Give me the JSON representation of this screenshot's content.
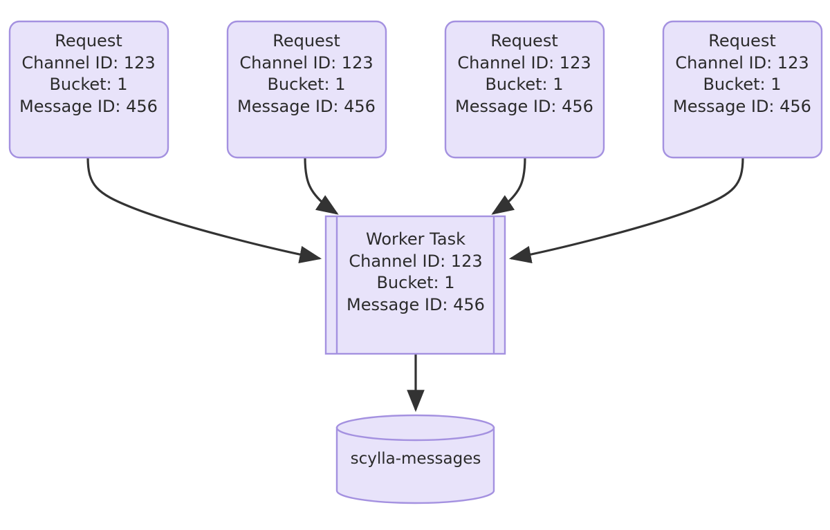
{
  "diagram": {
    "type": "flowchart",
    "background_color": "#ffffff",
    "node_fill_color": "#e8e3fa",
    "node_stroke_color": "#a491e0",
    "edge_color": "#333333",
    "text_color": "#2b2b2b",
    "nodes": [
      {
        "id": "request-1",
        "shape": "rounded-rectangle",
        "lines": [
          "Request",
          "Channel ID: 123",
          "Bucket: 1",
          "Message ID: 456"
        ]
      },
      {
        "id": "request-2",
        "shape": "rounded-rectangle",
        "lines": [
          "Request",
          "Channel ID: 123",
          "Bucket: 1",
          "Message ID: 456"
        ]
      },
      {
        "id": "request-3",
        "shape": "rounded-rectangle",
        "lines": [
          "Request",
          "Channel ID: 123",
          "Bucket: 1",
          "Message ID: 456"
        ]
      },
      {
        "id": "request-4",
        "shape": "rounded-rectangle",
        "lines": [
          "Request",
          "Channel ID: 123",
          "Bucket: 1",
          "Message ID: 456"
        ]
      },
      {
        "id": "worker-task",
        "shape": "subroutine",
        "lines": [
          "Worker Task",
          "Channel ID: 123",
          "Bucket: 1",
          "Message ID: 456"
        ]
      },
      {
        "id": "scylla-messages",
        "shape": "cylinder",
        "lines": [
          "scylla-messages"
        ]
      }
    ],
    "edges": [
      {
        "from": "request-1",
        "to": "worker-task",
        "arrow": "single"
      },
      {
        "from": "request-2",
        "to": "worker-task",
        "arrow": "single"
      },
      {
        "from": "request-3",
        "to": "worker-task",
        "arrow": "single"
      },
      {
        "from": "request-4",
        "to": "worker-task",
        "arrow": "single"
      },
      {
        "from": "worker-task",
        "to": "scylla-messages",
        "arrow": "single"
      }
    ]
  },
  "request_1": {
    "title": "Request",
    "channel": "Channel ID: 123",
    "bucket": "Bucket: 1",
    "message": "Message ID: 456"
  },
  "request_2": {
    "title": "Request",
    "channel": "Channel ID: 123",
    "bucket": "Bucket: 1",
    "message": "Message ID: 456"
  },
  "request_3": {
    "title": "Request",
    "channel": "Channel ID: 123",
    "bucket": "Bucket: 1",
    "message": "Message ID: 456"
  },
  "request_4": {
    "title": "Request",
    "channel": "Channel ID: 123",
    "bucket": "Bucket: 1",
    "message": "Message ID: 456"
  },
  "worker_task": {
    "title": "Worker Task",
    "channel": "Channel ID: 123",
    "bucket": "Bucket: 1",
    "message": "Message ID: 456"
  },
  "database": {
    "label": "scylla-messages"
  }
}
